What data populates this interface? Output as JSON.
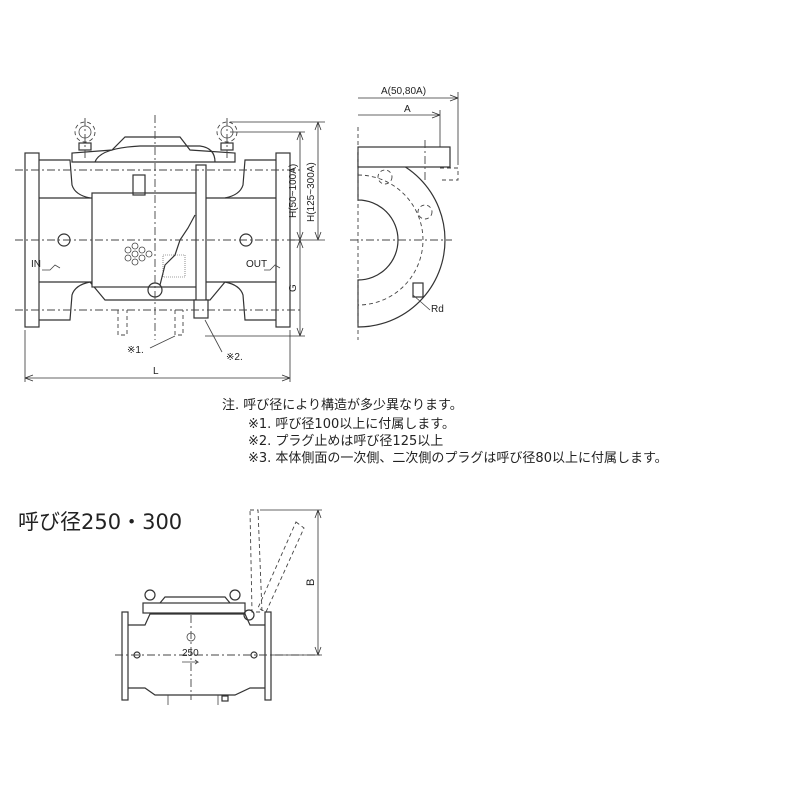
{
  "front_view": {
    "inlet_label": "IN",
    "outlet_label": "OUT",
    "note_marker_1": "※1.",
    "note_marker_2": "※2.",
    "length_label": "L",
    "height_label_small": "H(50~100A)",
    "height_label_large": "H(125~300A)",
    "g_label": "G"
  },
  "side_view": {
    "width_label_small_sizes": "A(50,80A)",
    "width_label": "A",
    "plug_label": "Rd"
  },
  "notes": {
    "main": "注. 呼び径により構造が多少異なります。",
    "items": [
      "※1. 呼び径100以上に付属します。",
      "※2. プラグ止めは呼び径125以上",
      "※3. 本体側面の一次側、二次側のプラグは呼び径80以上に付属します。"
    ]
  },
  "large_size_view": {
    "title": "呼び径250・300",
    "height_label": "B",
    "size_mark": "250"
  }
}
